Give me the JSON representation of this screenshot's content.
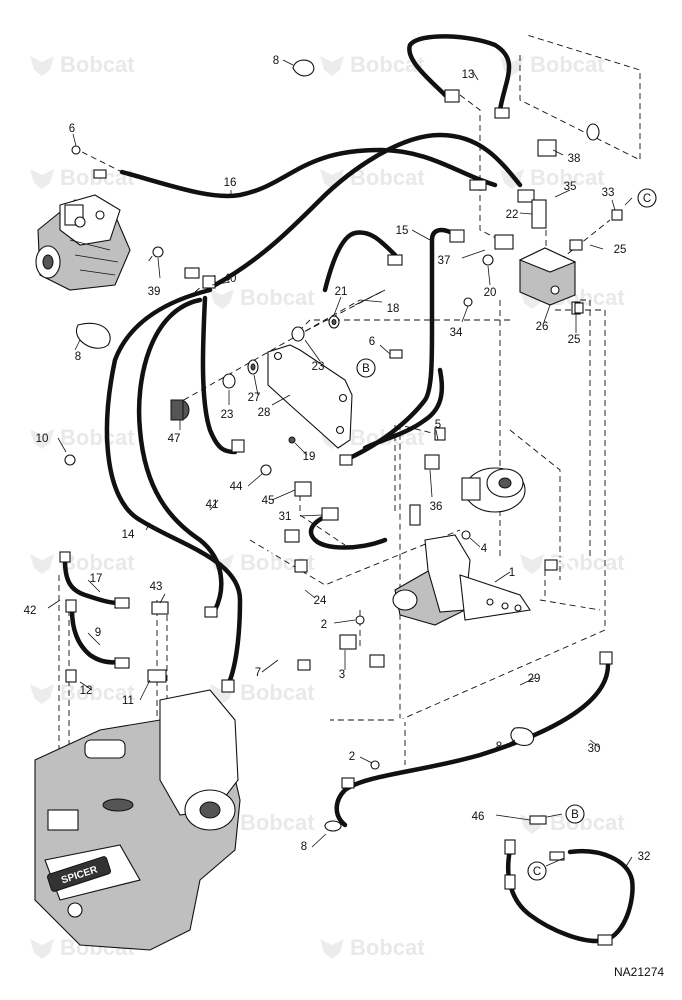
{
  "watermark_text": "Bobcat",
  "drawing_code": "NA21274",
  "callout_numbers": [
    "1",
    "2",
    "2",
    "3",
    "4",
    "5",
    "6",
    "6",
    "7",
    "8",
    "8",
    "8",
    "8",
    "9",
    "10",
    "11",
    "12",
    "13",
    "14",
    "15",
    "16",
    "17",
    "18",
    "19",
    "20",
    "21",
    "22",
    "23",
    "23",
    "24",
    "25",
    "25",
    "26",
    "27",
    "28",
    "29",
    "30",
    "31",
    "32",
    "33",
    "34",
    "35",
    "36",
    "37",
    "38",
    "39",
    "40",
    "41",
    "42",
    "43",
    "44",
    "45",
    "46",
    "47"
  ],
  "connector_letters": [
    "C",
    "B",
    "B",
    "C"
  ],
  "logo_text": "SPICER"
}
